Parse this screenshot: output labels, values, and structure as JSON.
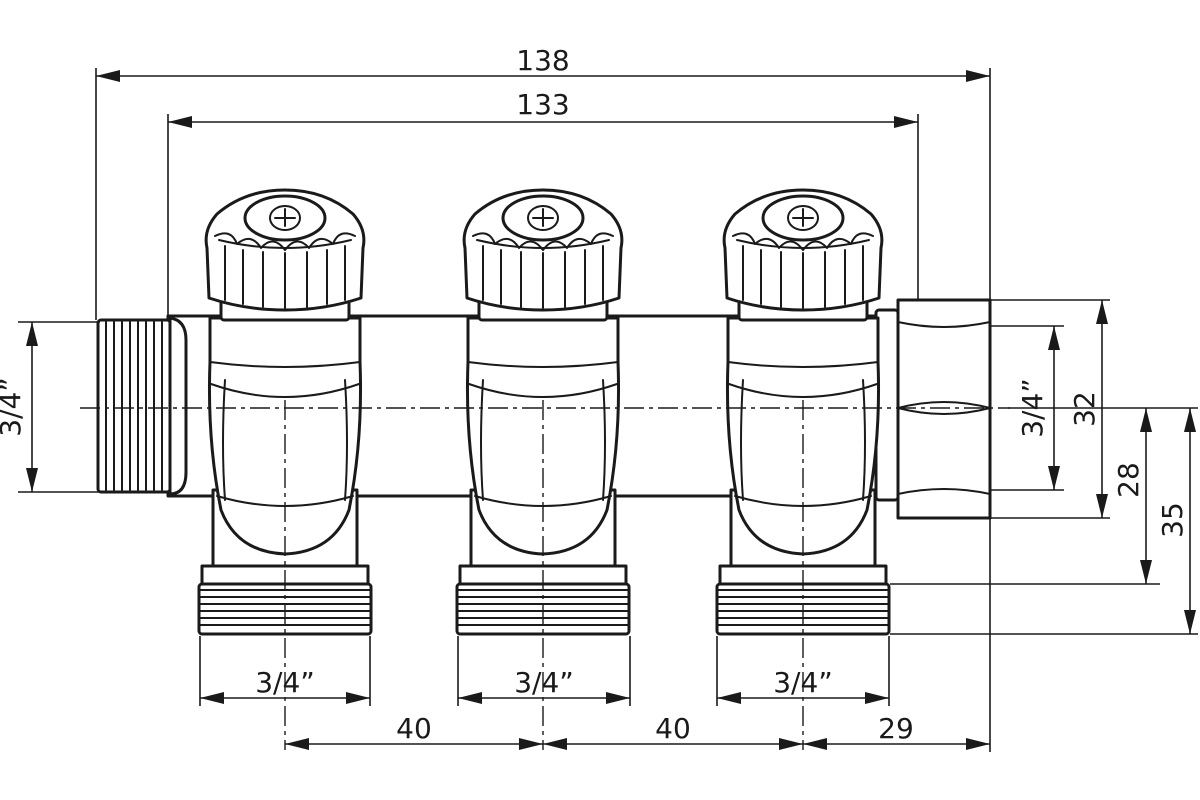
{
  "dimensions": {
    "overall_length": "138",
    "body_length": "133",
    "inlet_thread": "3/4”",
    "outlet_thread_1": "3/4”",
    "outlet_thread_2": "3/4”",
    "outlet_thread_3": "3/4”",
    "pitch_1": "40",
    "pitch_2": "40",
    "end_offset": "29",
    "nut_thread": "3/4”",
    "nut_height": "32",
    "outlet_height_1": "28",
    "outlet_height_2": "35"
  },
  "components": {
    "valve_count": 3,
    "icons": [
      "external-thread-icon",
      "hex-nut-icon",
      "knob-icon",
      "screw-icon"
    ]
  }
}
